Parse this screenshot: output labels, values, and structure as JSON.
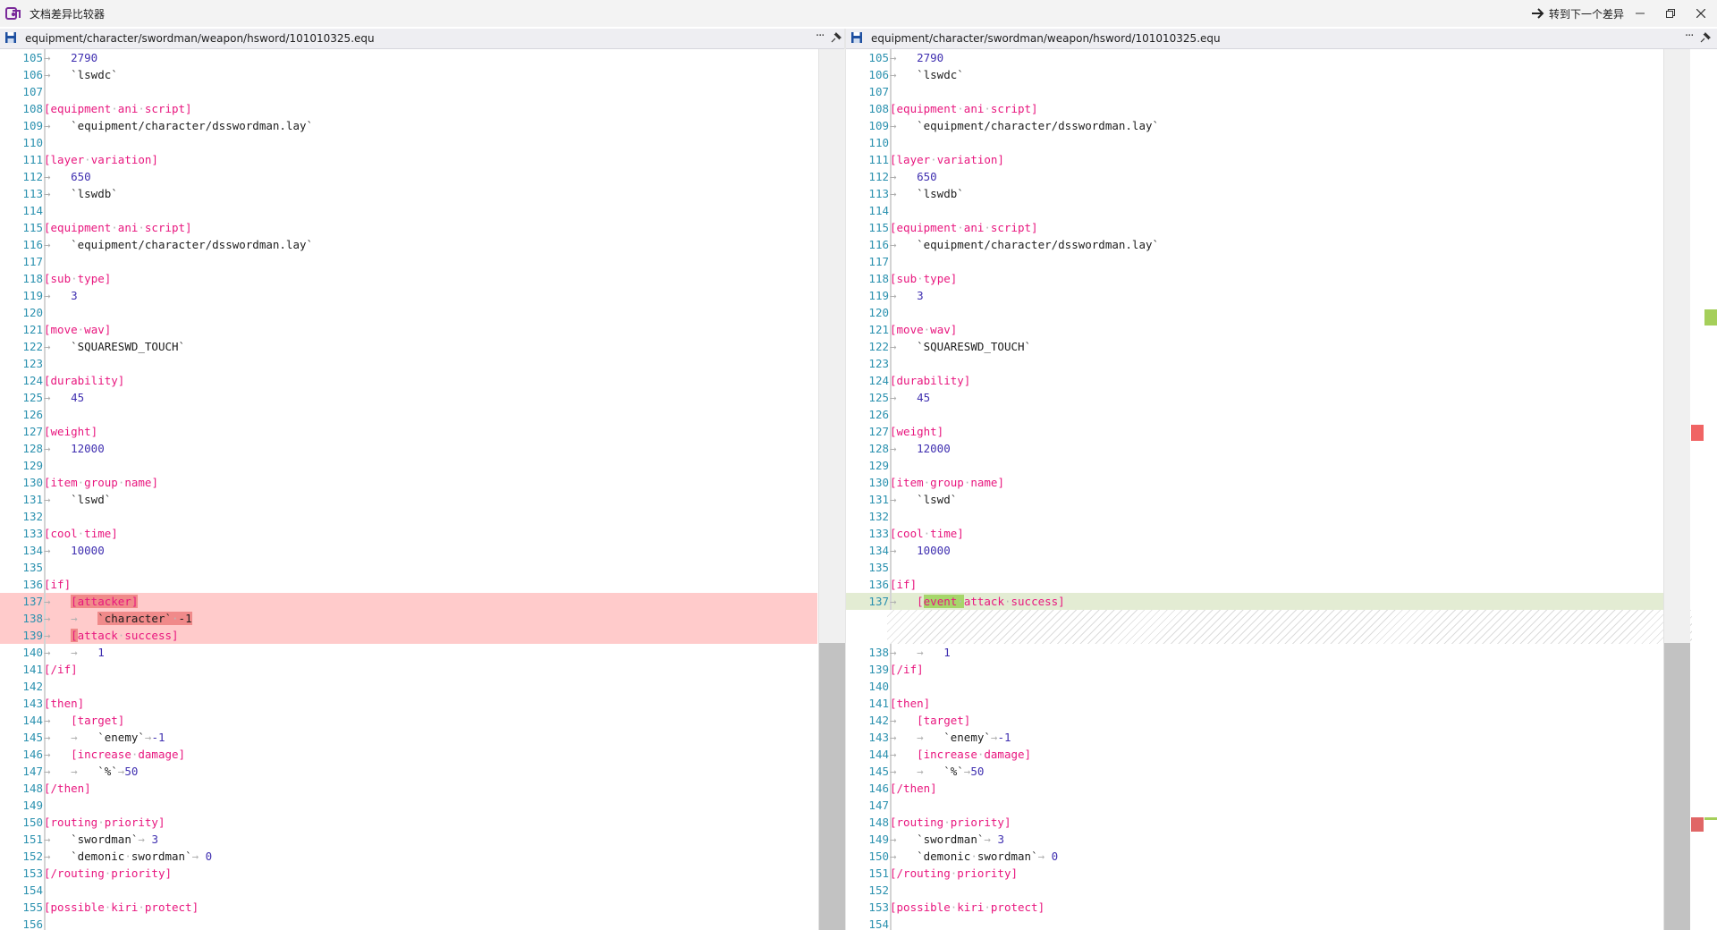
{
  "window": {
    "title": "文档差异比较器",
    "next_diff_label": "转到下一个差异",
    "icons": [
      "app-icon",
      "arrow-right-icon",
      "minimize-icon",
      "restore-icon",
      "close-icon"
    ]
  },
  "left": {
    "path": "equipment/character/swordman/weapon/hsword/101010325.equ",
    "more_label": "···"
  },
  "right": {
    "path": "equipment/character/swordman/weapon/hsword/101010325.equ",
    "more_label": "···"
  },
  "colors": {
    "deleted_line": "#ffcbcb",
    "inserted_line": "#e3ecd3",
    "deleted_word": "#f08a8a",
    "inserted_word": "#a6d66a",
    "section": "#e8167e",
    "number": "#3f2fb0",
    "line_number": "#2b91af"
  },
  "overview_markers": [
    {
      "type": "inserted",
      "color": "#a5cf5a"
    },
    {
      "type": "deleted",
      "color": "#f06464"
    },
    {
      "type": "deleted",
      "color": "#e06666"
    }
  ]
}
